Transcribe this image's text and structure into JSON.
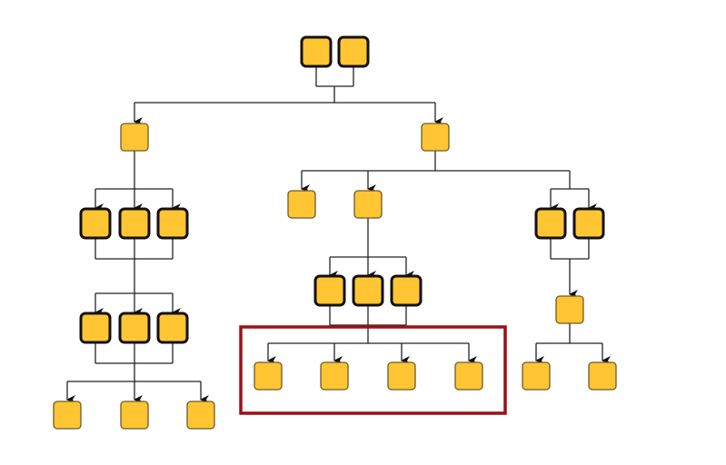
{
  "diagram": {
    "title": "",
    "colors": {
      "node_fill": "#FFC533",
      "node_stroke_plain": "#6b5a2a",
      "node_stroke_bold": "#111111",
      "edge": "#222222",
      "highlight": "#9b1116",
      "background": "#ffffff"
    },
    "nodes": [
      {
        "id": "root-1",
        "group": "root-pair",
        "style": "bold",
        "label": ""
      },
      {
        "id": "root-2",
        "group": "root-pair",
        "style": "bold",
        "label": ""
      },
      {
        "id": "a",
        "group": "level-1",
        "style": "plain",
        "label": ""
      },
      {
        "id": "b",
        "group": "level-1",
        "style": "plain",
        "label": ""
      },
      {
        "id": "a-t1-1",
        "group": "a-trio-1",
        "style": "bold",
        "label": ""
      },
      {
        "id": "a-t1-2",
        "group": "a-trio-1",
        "style": "bold",
        "label": ""
      },
      {
        "id": "a-t1-3",
        "group": "a-trio-1",
        "style": "bold",
        "label": ""
      },
      {
        "id": "a-t2-1",
        "group": "a-trio-2",
        "style": "bold",
        "label": ""
      },
      {
        "id": "a-t2-2",
        "group": "a-trio-2",
        "style": "bold",
        "label": ""
      },
      {
        "id": "a-t2-3",
        "group": "a-trio-2",
        "style": "bold",
        "label": ""
      },
      {
        "id": "a-leaf-1",
        "group": "a-leaves",
        "style": "plain",
        "label": ""
      },
      {
        "id": "a-leaf-2",
        "group": "a-leaves",
        "style": "plain",
        "label": ""
      },
      {
        "id": "a-leaf-3",
        "group": "a-leaves",
        "style": "plain",
        "label": ""
      },
      {
        "id": "b-c1",
        "group": "b-children",
        "style": "plain",
        "label": ""
      },
      {
        "id": "b-c2",
        "group": "b-children",
        "style": "plain",
        "label": ""
      },
      {
        "id": "b-p1",
        "group": "b-pair",
        "style": "bold",
        "label": ""
      },
      {
        "id": "b-p2",
        "group": "b-pair",
        "style": "bold",
        "label": ""
      },
      {
        "id": "b-pc",
        "group": "b-pair-child",
        "style": "plain",
        "label": ""
      },
      {
        "id": "b-pc-leaf-1",
        "group": "b-pair-leaves",
        "style": "plain",
        "label": ""
      },
      {
        "id": "b-pc-leaf-2",
        "group": "b-pair-leaves",
        "style": "plain",
        "label": ""
      },
      {
        "id": "b-c2-t1",
        "group": "b-c2-trio",
        "style": "bold",
        "label": ""
      },
      {
        "id": "b-c2-t2",
        "group": "b-c2-trio",
        "style": "bold",
        "label": ""
      },
      {
        "id": "b-c2-t3",
        "group": "b-c2-trio",
        "style": "bold",
        "label": ""
      },
      {
        "id": "hl-leaf-1",
        "group": "highlighted-leaves",
        "style": "plain",
        "label": ""
      },
      {
        "id": "hl-leaf-2",
        "group": "highlighted-leaves",
        "style": "plain",
        "label": ""
      },
      {
        "id": "hl-leaf-3",
        "group": "highlighted-leaves",
        "style": "plain",
        "label": ""
      },
      {
        "id": "hl-leaf-4",
        "group": "highlighted-leaves",
        "style": "plain",
        "label": ""
      }
    ],
    "edges": [
      {
        "from": "root-pair",
        "to": [
          "a",
          "b"
        ]
      },
      {
        "from": "a",
        "to": [
          "a-t1-1",
          "a-t1-2",
          "a-t1-3"
        ]
      },
      {
        "from": "a-trio-1",
        "to": [
          "a-t2-1",
          "a-t2-2",
          "a-t2-3"
        ]
      },
      {
        "from": "a-trio-2",
        "to": [
          "a-leaf-1",
          "a-leaf-2",
          "a-leaf-3"
        ]
      },
      {
        "from": "b",
        "to": [
          "b-c1",
          "b-c2",
          "b-pair"
        ]
      },
      {
        "from": "b-pair",
        "to": [
          "b-pc"
        ]
      },
      {
        "from": "b-pc",
        "to": [
          "b-pc-leaf-1",
          "b-pc-leaf-2"
        ]
      },
      {
        "from": "b-c2",
        "to": [
          "b-c2-t1",
          "b-c2-t2",
          "b-c2-t3"
        ]
      },
      {
        "from": "b-c2-trio",
        "to": [
          "hl-leaf-1",
          "hl-leaf-2",
          "hl-leaf-3",
          "hl-leaf-4"
        ]
      }
    ],
    "highlight": {
      "label": "",
      "contains": [
        "hl-leaf-1",
        "hl-leaf-2",
        "hl-leaf-3",
        "hl-leaf-4"
      ]
    }
  }
}
